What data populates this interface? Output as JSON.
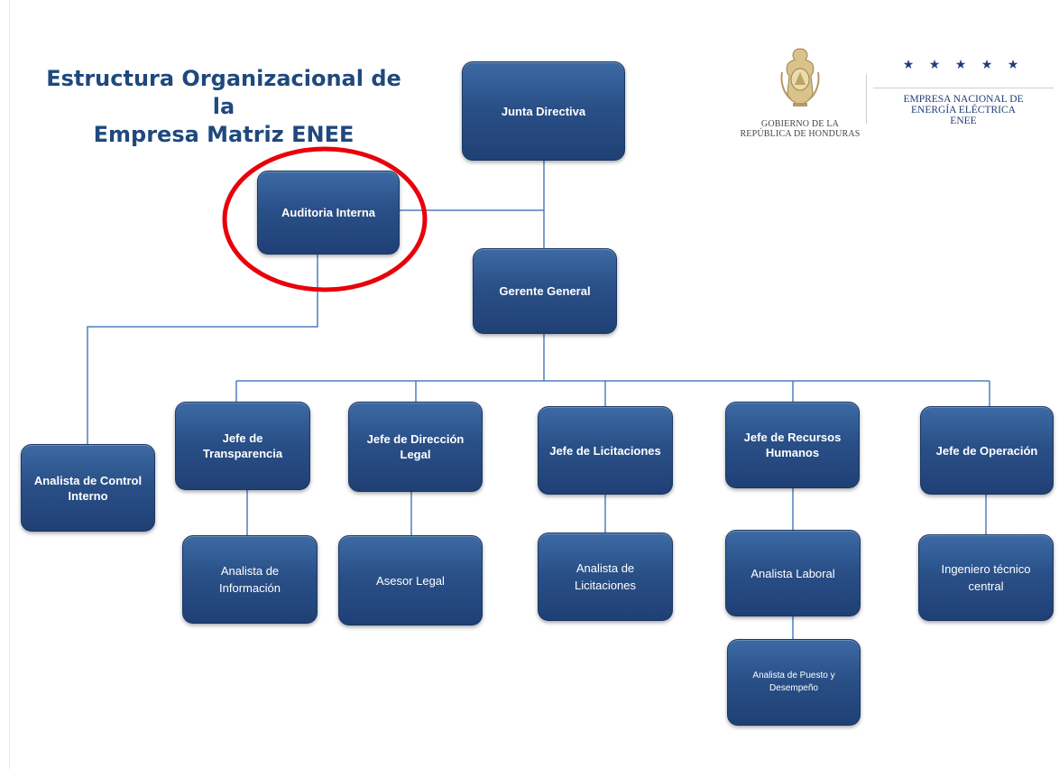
{
  "title": {
    "line1": "Estructura Organizacional de la",
    "line2": "Empresa Matriz ENEE"
  },
  "logos": {
    "gobierno": {
      "line1": "GOBIERNO DE LA",
      "line2": "REPÚBLICA DE HONDURAS"
    },
    "enee": {
      "stars": "★ ★ ★ ★ ★",
      "line1": "EMPRESA NACIONAL DE",
      "line2": "ENERGÍA ELÉCTRICA",
      "line3": "ENEE"
    }
  },
  "nodes": {
    "junta_directiva": "Junta Directiva",
    "auditoria_interna": "Auditoria  Interna",
    "gerente_general": "Gerente General",
    "analista_control_interno": "Analista de Control Interno",
    "jefe_transparencia": "Jefe de Transparencia",
    "jefe_direccion_legal": "Jefe de Dirección Legal",
    "jefe_licitaciones": "Jefe de Licitaciones",
    "jefe_recursos_humanos": "Jefe de Recursos Humanos",
    "jefe_operacion": "Jefe de Operación",
    "analista_informacion": "Analista de Información",
    "asesor_legal": "Asesor Legal",
    "analista_licitaciones": "Analista de Licitaciones",
    "analista_laboral": "Analista Laboral",
    "analista_puesto_desempeno": "Analista de Puesto y Desempeño",
    "ingeniero_tecnico_central": "Ingeniero técnico central"
  },
  "colors": {
    "box": "#2a5088",
    "connector": "#4f7fbf",
    "highlight": "#e8000b",
    "title": "#1f497d"
  },
  "highlighted_node": "auditoria_interna"
}
